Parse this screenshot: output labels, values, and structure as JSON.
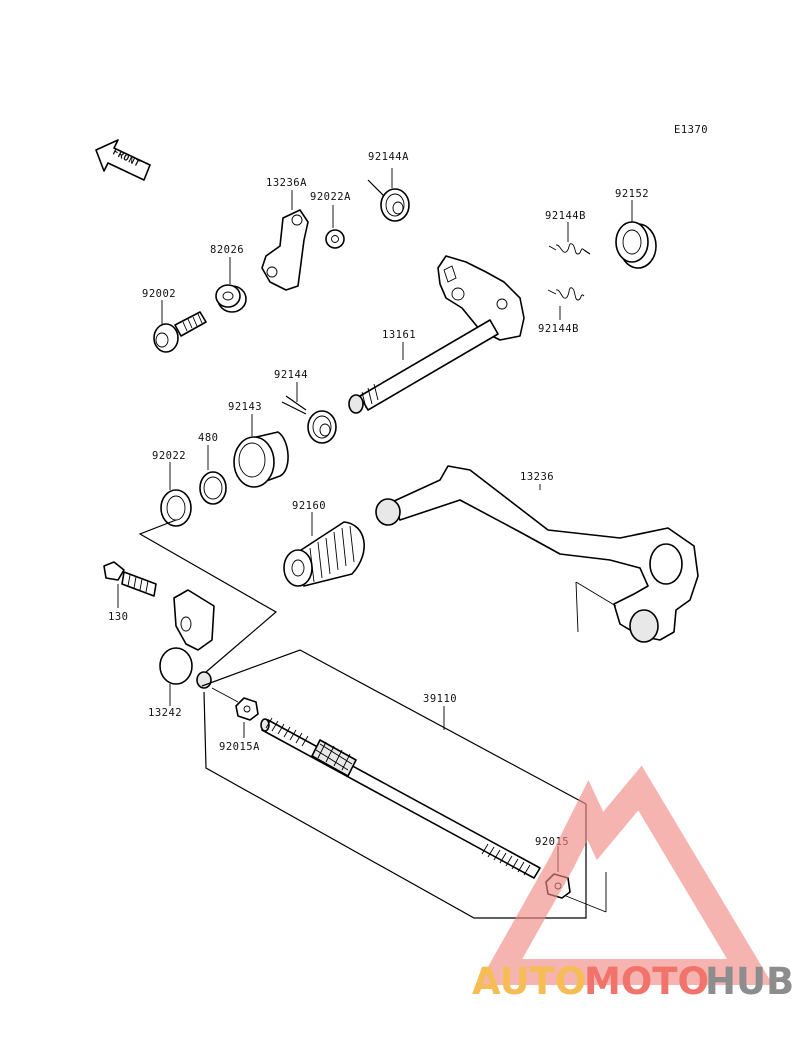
{
  "diagram_code": "E1370",
  "front_label": "FRONT",
  "parts": {
    "p92144A": "92144A",
    "p13236A": "13236A",
    "p92022A": "92022A",
    "p92152": "92152",
    "p92144B_top": "92144B",
    "p92144B_bottom": "92144B",
    "p82026": "82026",
    "p92002": "92002",
    "p13161": "13161",
    "p92144": "92144",
    "p92143": "92143",
    "p480": "480",
    "p92022": "92022",
    "p13236": "13236",
    "p92160": "92160",
    "p130": "130",
    "p13242": "13242",
    "p39110": "39110",
    "p92015A": "92015A",
    "p92015": "92015"
  },
  "watermark": {
    "part1": "AUTO",
    "part2": "MOTO",
    "part3": "HUB",
    "colors": {
      "auto": "#f5b23a",
      "moto": "#ee5c53",
      "hub": "#7a7a7a",
      "triangle": "#f08a84"
    }
  }
}
